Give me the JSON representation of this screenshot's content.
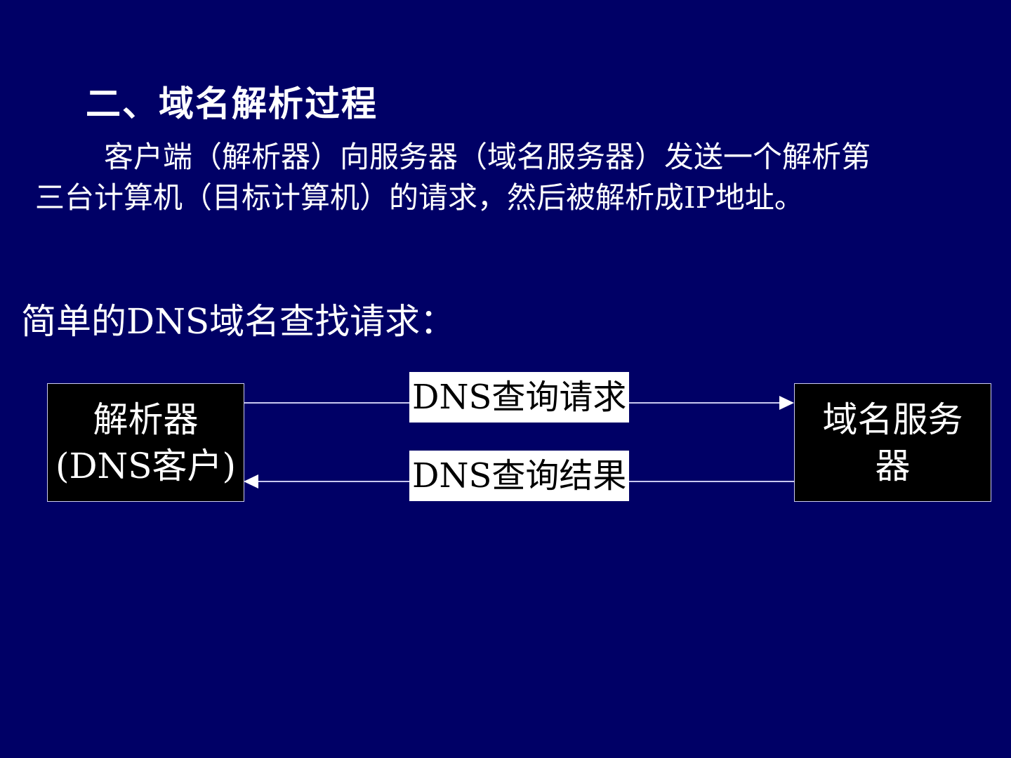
{
  "heading": "二、域名解析过程",
  "paragraph": {
    "line1": "客户端（解析器）向服务器（域名服务器）发送一个解析第",
    "line2": "三台计算机（目标计算机）的请求，然后被解析成IP地址。"
  },
  "subheading": "简单的DNS域名查找请求：",
  "diagram": {
    "client_line1": "解析器",
    "client_line2": "(DNS客户)",
    "server": "域名服务器",
    "request_label": "DNS查询请求",
    "response_label": "DNS查询结果"
  }
}
